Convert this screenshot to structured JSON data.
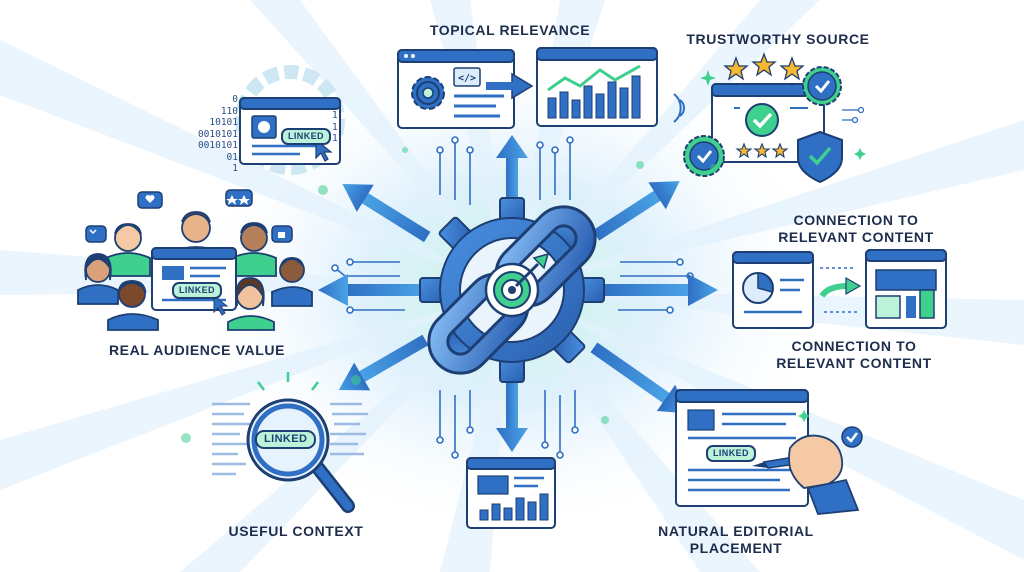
{
  "labels": {
    "topical_relevance": "TOPICAL RELEVANCE",
    "trustworthy_source": "TRUSTWORTHY SOURCE",
    "connection_top_line1": "CONNECTION TO",
    "connection_top_line2": "RELEVANT CONTENT",
    "connection_bottom_line1": "CONNECTION TO",
    "connection_bottom_line2": "RELEVANT CONTENT",
    "real_audience_value": "REAL AUDIENCE VALUE",
    "useful_context": "USEFUL CONTEXT",
    "natural_editorial_line1": "NATURAL EDITORIAL",
    "natural_editorial_line2": "PLACEMENT"
  },
  "badges": {
    "browser_badge": "LINKED",
    "audience_badge": "LINKED",
    "magnifier_badge": "LINKED",
    "editorial_badge": "LINKED"
  },
  "binary_code": "0\n110\n10101\n0010101\n0010101\n01\n1",
  "code_glyph": "</>",
  "colors": {
    "navy": "#1d3f73",
    "blue": "#2f6fc4",
    "light_blue": "#dcecfb",
    "green": "#3fcf8e",
    "mint": "#bdf2da",
    "star": "#f5b82e"
  },
  "icons": [
    "chain-link-icon",
    "gear-icon",
    "target-icon",
    "arrow-icon",
    "browser-window-icon",
    "bar-chart-icon",
    "code-icon",
    "star-icon",
    "checkmark-badge-icon",
    "shield-icon",
    "people-icon",
    "chat-bubble-icon",
    "heart-icon",
    "thumbs-up-icon",
    "magnifier-icon",
    "pen-hand-icon",
    "cursor-icon",
    "pie-chart-icon",
    "wifi-signal-icon",
    "sparkle-icon"
  ]
}
